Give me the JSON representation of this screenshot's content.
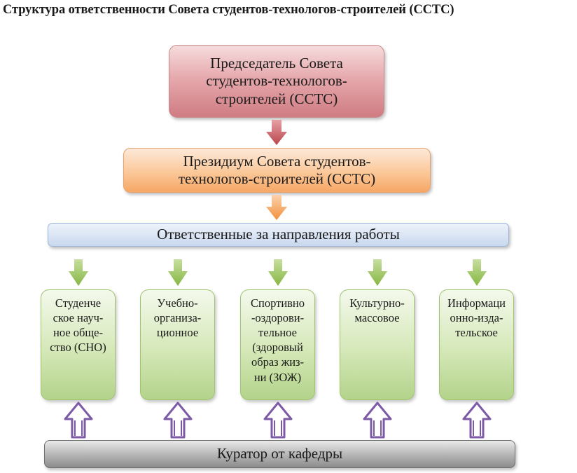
{
  "title": "Структура ответственности Совета студентов-технологов-строителей (ССТС)",
  "chair": {
    "lines": [
      "Председатель Совета",
      "студентов-технологов-",
      "строителей (ССТС)"
    ]
  },
  "presidium": {
    "lines": [
      "Президиум Совета студентов-",
      "технологов-строителей (ССТС)"
    ]
  },
  "responsible": {
    "label": "Ответственные за направления работы"
  },
  "directions": [
    {
      "lines": "Студенче\nское науч-\nное обще-\nство (СНО)"
    },
    {
      "lines": "Учебно-\nорганиза-\nционное"
    },
    {
      "lines": "Спортивно\n-оздорови-\nтельное\n(здоровый\nобраз жиз-\nни (ЗОЖ)"
    },
    {
      "lines": "Культурно-\nмассовое"
    },
    {
      "lines": "Информаци\nонно-изда-\nтельское"
    }
  ],
  "curator": {
    "label": "Куратор от кафедры"
  },
  "colors": {
    "chair": "#dc9196",
    "presidium": "#f9b57c",
    "responsible": "#c9d8ee",
    "direction": "#c6df9f",
    "curator": "#a5a5a5",
    "arrow_red": "#b9454d",
    "arrow_orange": "#f5a051",
    "arrow_green": "#8cb94a",
    "arrow_purple": "#7d5aa6"
  }
}
